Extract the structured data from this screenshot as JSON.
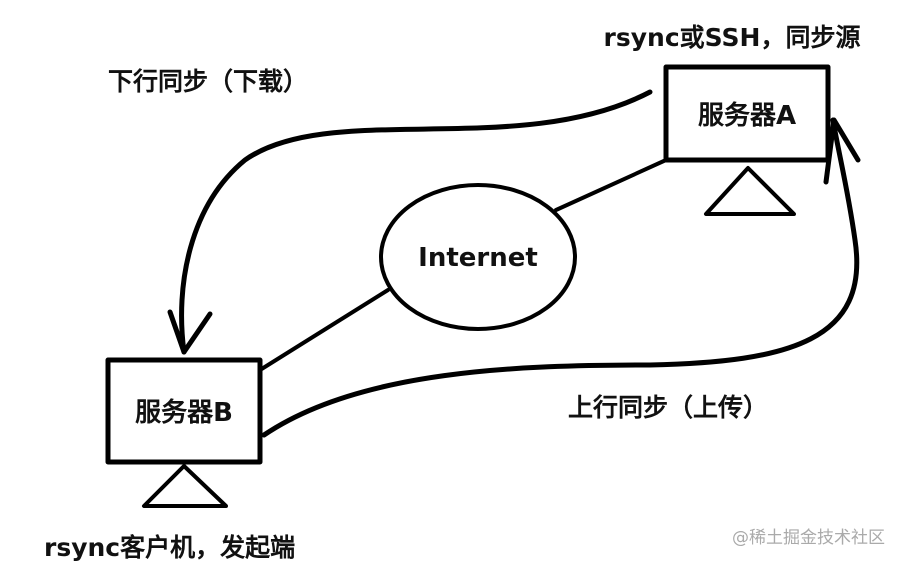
{
  "server_a": {
    "name": "服务器A",
    "role": "rsync或SSH，同步源"
  },
  "server_b": {
    "name": "服务器B",
    "role": "rsync客户机，发起端"
  },
  "network": {
    "name": "Internet"
  },
  "flows": {
    "downstream": "下行同步（下载）",
    "upstream": "上行同步（上传）"
  },
  "watermark": "@稀土掘金技术社区"
}
